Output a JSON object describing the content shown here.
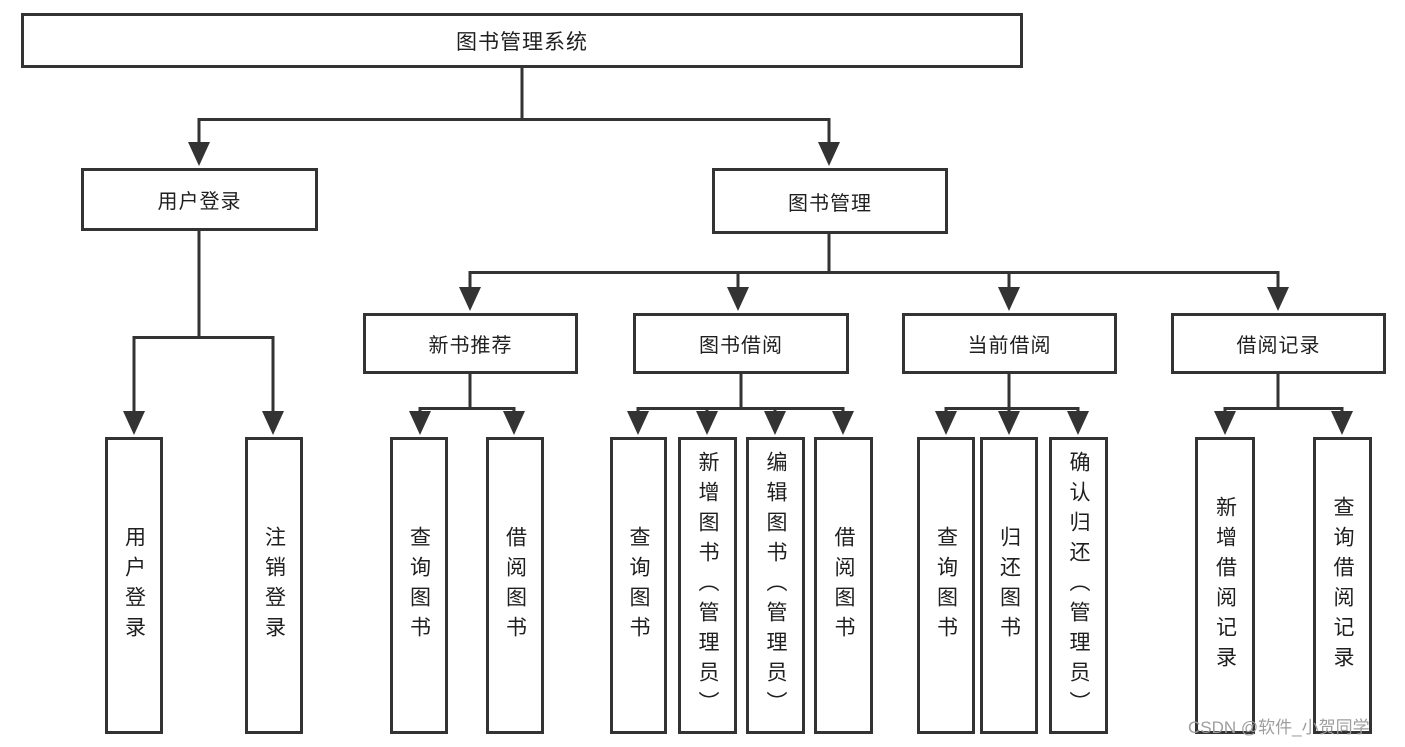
{
  "tree": {
    "root": "图书管理系统",
    "user_login": {
      "label": "用户登录",
      "children": [
        "用户登录",
        "注销登录"
      ]
    },
    "book_management": {
      "label": "图书管理",
      "sections": [
        {
          "label": "新书推荐",
          "children": [
            "查询图书",
            "借阅图书"
          ]
        },
        {
          "label": "图书借阅",
          "children": [
            "查询图书",
            "新增图书（管理员）",
            "编辑图书（管理员）",
            "借阅图书"
          ]
        },
        {
          "label": "当前借阅",
          "children": [
            "查询图书",
            "归还图书",
            "确认归还（管理员）"
          ]
        },
        {
          "label": "借阅记录",
          "children": [
            "新增借阅记录",
            "查询借阅记录"
          ]
        }
      ]
    }
  },
  "watermark": "CSDN @软件_小贺同学",
  "colors": {
    "line": "#333333",
    "text": "#1f1f1f",
    "watermark": "#9e9e9e",
    "background": "#ffffff"
  }
}
